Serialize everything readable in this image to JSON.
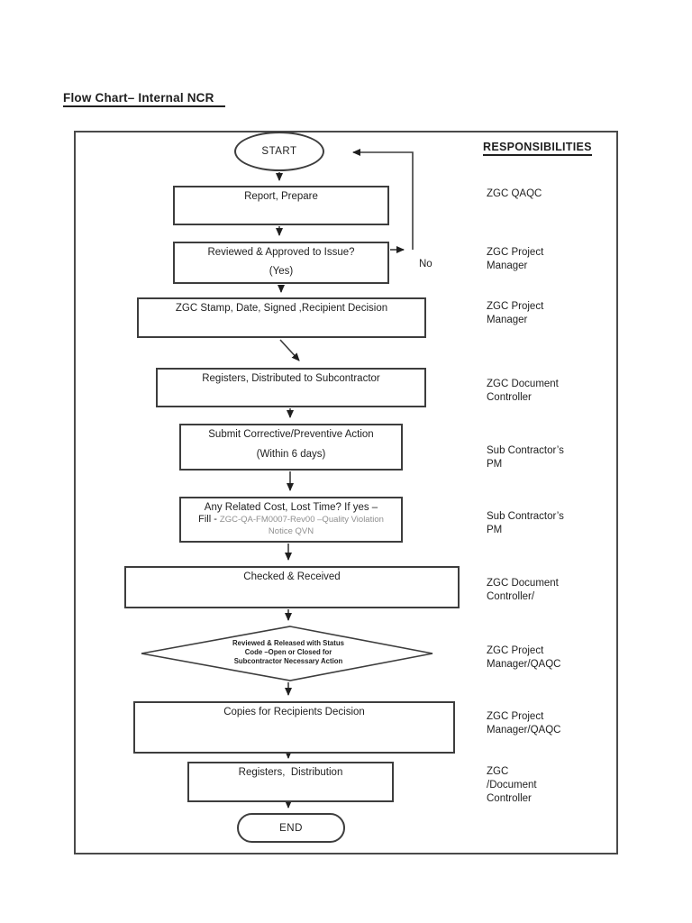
{
  "page": {
    "title": "Flow Chart– Internal NCR",
    "responsibilities_header": "RESPONSIBILITIES"
  },
  "flow": {
    "start": "START",
    "end": "END",
    "no_label": "No",
    "report": "Report, Prepare",
    "review_q": "Reviewed & Approved to Issue?",
    "review_yes": "(Yes)",
    "stamp": "ZGC Stamp, Date, Signed ,Recipient Decision",
    "registers_dist": "Registers, Distributed to Subcontractor",
    "submit_action": "Submit Corrective/Preventive Action",
    "submit_within": "(Within 6 days)",
    "cost_q": "Any Related Cost, Lost Time? If yes –",
    "cost_fill": "Fill - ",
    "cost_form_line1": "ZGC-QA-FM0007-Rev00 –Quality Violation",
    "cost_form_line2": "Notice QVN",
    "checked": "Checked & Received",
    "diamond_line1": "Reviewed & Released with Status",
    "diamond_line2": "Code –Open or Closed for",
    "diamond_line3": "Subcontractor Necessary Action",
    "copies": "Copies for Recipients Decision",
    "registers_final": "Registers,  Distribution"
  },
  "responsibilities": [
    "ZGC QAQC",
    "ZGC Project\nManager",
    "ZGC Project\nManager",
    "ZGC Document\nController",
    "Sub Contractor’s\nPM",
    "Sub Contractor’s\nPM",
    "ZGC Document\nController/",
    "ZGC Project\nManager/QAQC",
    "ZGC Project\nManager/QAQC",
    "ZGC\n/Document\nController"
  ],
  "colors": {
    "ink": "#1f1f1f",
    "line": "#3d3d3d",
    "muted": "#8f8f8f"
  }
}
